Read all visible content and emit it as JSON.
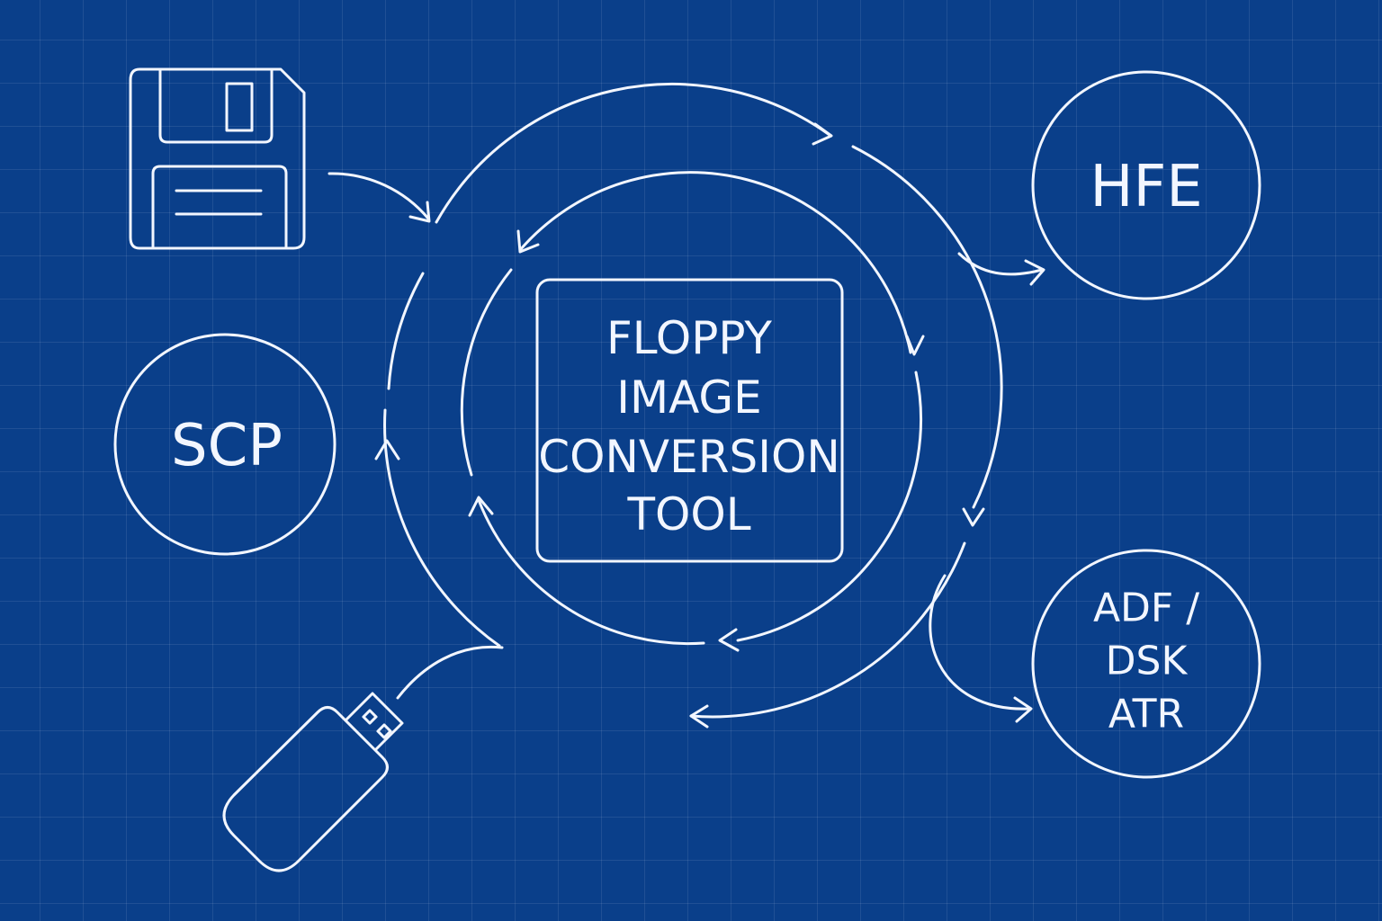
{
  "center_box": {
    "lines": [
      "FLOPPY",
      "IMAGE",
      "CONVERSION",
      "TOOL"
    ]
  },
  "inputs": {
    "scp": "SCP",
    "floppy_icon": "floppy-disk-icon",
    "usb_icon": "usb-drive-icon"
  },
  "outputs": {
    "hfe": "HFE",
    "multi": [
      "ADF /",
      "DSK",
      "ATR"
    ]
  },
  "colors": {
    "background": "#0a3f8a",
    "grid": "#2a5aa0",
    "line": "#f2f6ff"
  }
}
